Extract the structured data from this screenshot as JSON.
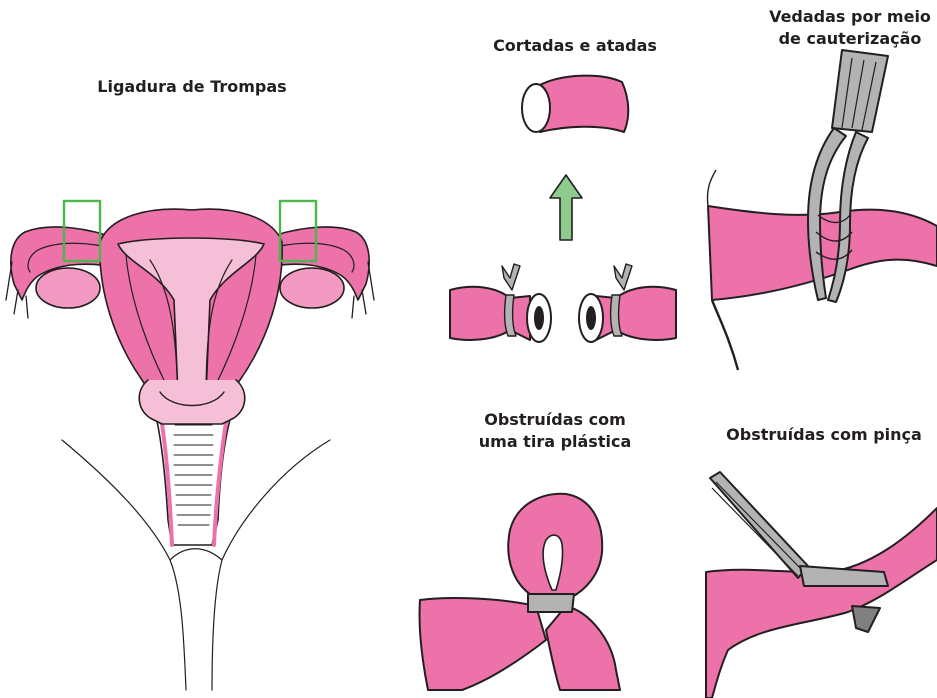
{
  "labels": {
    "main_title": "Ligadura de Trompas",
    "cut_tied": "Cortadas e atadas",
    "cauterization_line1": "Vedadas por meio",
    "cauterization_line2": "de cauterização",
    "band_line1": "Obstruídas com",
    "band_line2": "uma tira plástica",
    "clip": "Obstruídas com pinça"
  },
  "colors": {
    "tube_pink": "#ed72a9",
    "light_pink": "#f6bfd8",
    "ovary_pink": "#f29ac2",
    "outline": "#231f20",
    "highlight_box": "#4cb84c",
    "arrow_green": "#8dcb8f",
    "instrument_gray": "#b3b3b3"
  }
}
